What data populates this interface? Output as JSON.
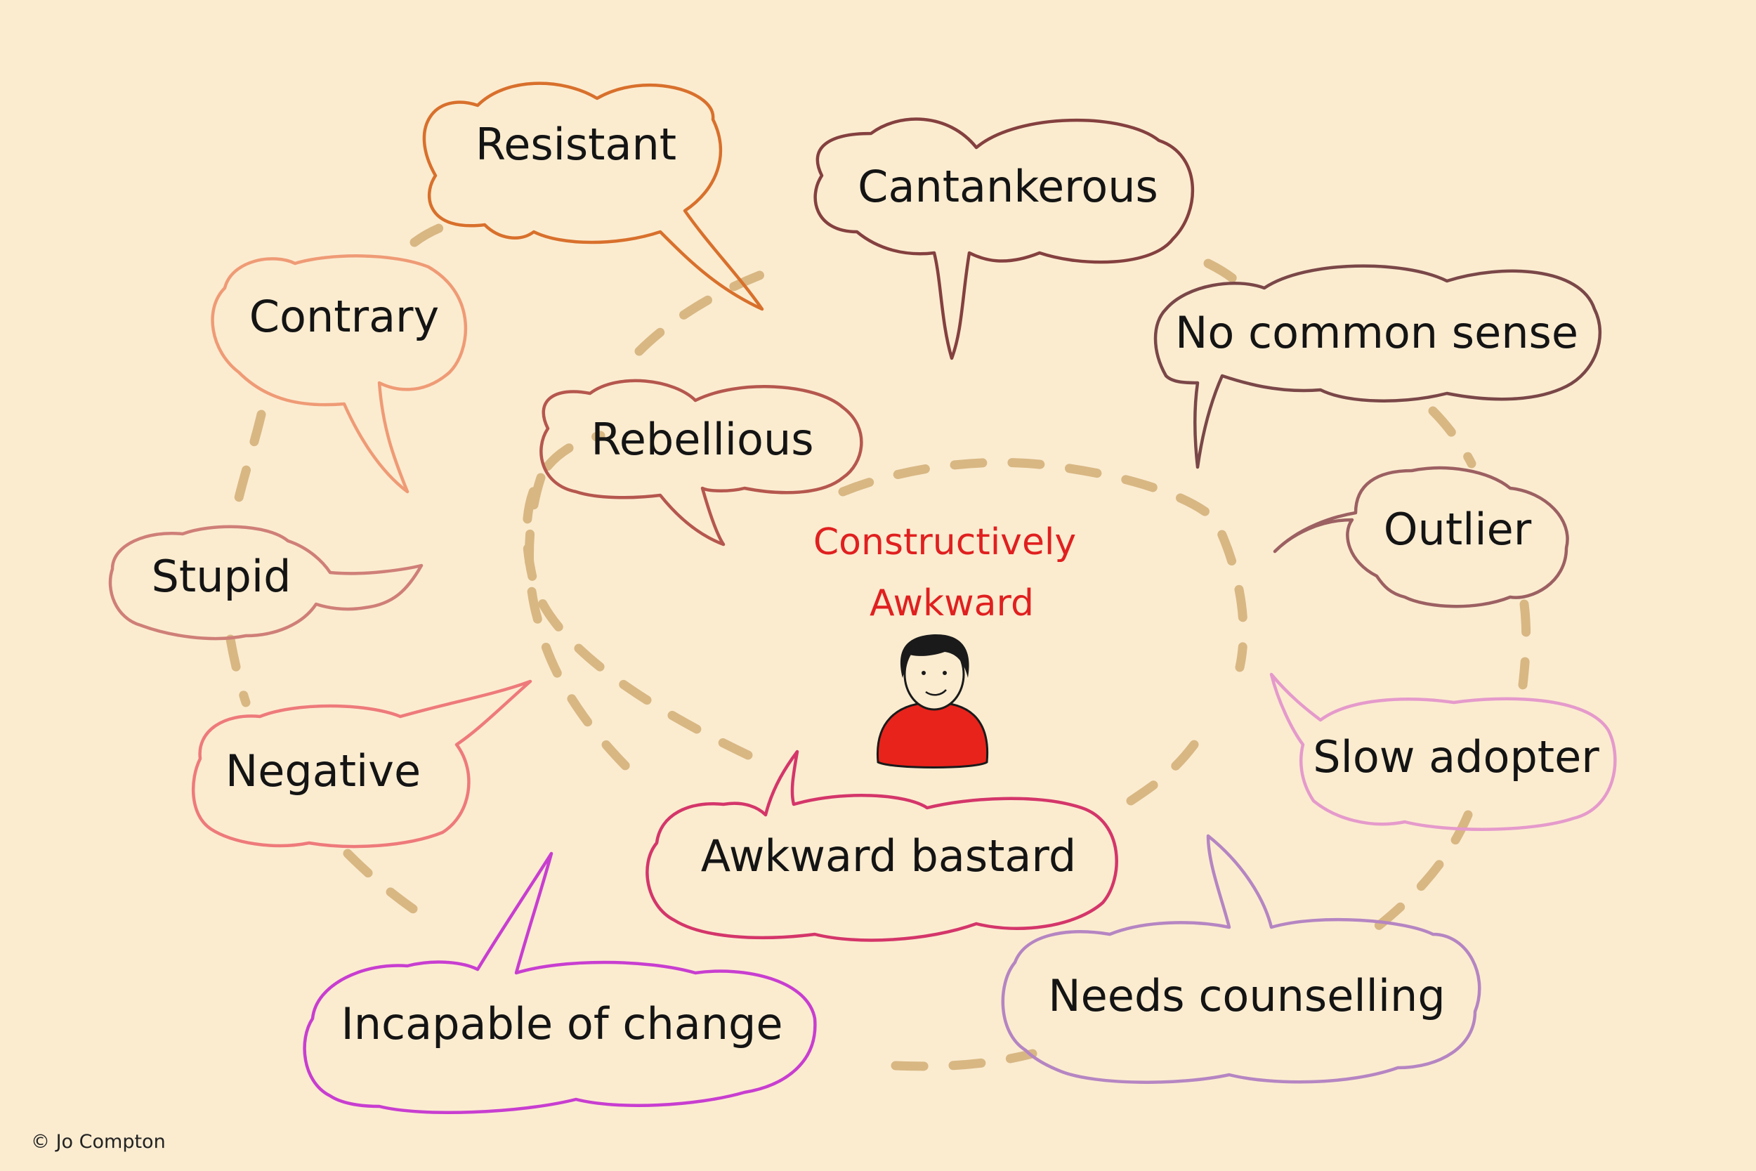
{
  "colors": {
    "background": "#fbecd0",
    "dashes": "#d8b783",
    "center_label": "#e02020",
    "person_body": "#e8231b",
    "text": "#141414"
  },
  "center": {
    "label_line1": "Constructively",
    "label_line2": "Awkward",
    "icon": "person-icon"
  },
  "bubbles": [
    {
      "id": "resistant",
      "label": "Resistant",
      "color": "#d8702c"
    },
    {
      "id": "cantankerous",
      "label": "Cantankerous",
      "color": "#84403f"
    },
    {
      "id": "contrary",
      "label": "Contrary",
      "color": "#ef9b76"
    },
    {
      "id": "no-common-sense",
      "label": "No common sense",
      "color": "#7a4748"
    },
    {
      "id": "rebellious",
      "label": "Rebellious",
      "color": "#b5574e"
    },
    {
      "id": "outlier",
      "label": "Outlier",
      "color": "#9c6062"
    },
    {
      "id": "stupid",
      "label": "Stupid",
      "color": "#cf7f78"
    },
    {
      "id": "slow-adopter",
      "label": "Slow adopter",
      "color": "#e59acb"
    },
    {
      "id": "negative",
      "label": "Negative",
      "color": "#ee7a7b"
    },
    {
      "id": "awkward-bastard",
      "label": "Awkward bastard",
      "color": "#d4366a"
    },
    {
      "id": "incapable-of-change",
      "label": "Incapable of change",
      "color": "#c83ed0"
    },
    {
      "id": "needs-counselling",
      "label": "Needs counselling",
      "color": "#b585c2"
    }
  ],
  "credit": "© Jo Compton"
}
